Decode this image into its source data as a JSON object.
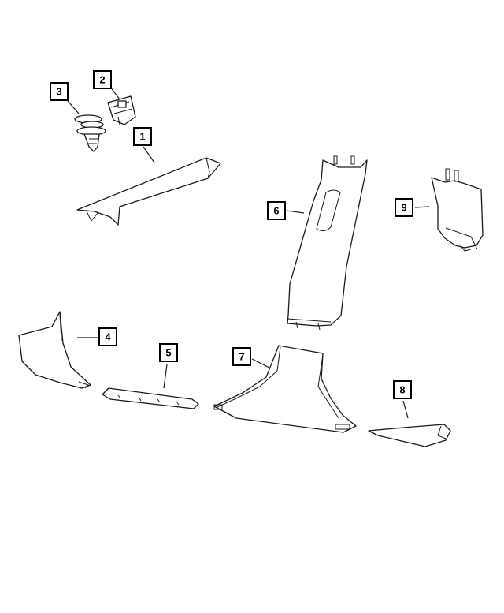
{
  "callouts": [
    {
      "id": "c1",
      "label": "1"
    },
    {
      "id": "c2",
      "label": "2"
    },
    {
      "id": "c3",
      "label": "3"
    },
    {
      "id": "c4",
      "label": "4"
    },
    {
      "id": "c5",
      "label": "5"
    },
    {
      "id": "c6",
      "label": "6"
    },
    {
      "id": "c7",
      "label": "7"
    },
    {
      "id": "c8",
      "label": "8"
    },
    {
      "id": "c9",
      "label": "9"
    }
  ],
  "colors": {
    "line": "#1a1a1a",
    "background": "#ffffff"
  }
}
